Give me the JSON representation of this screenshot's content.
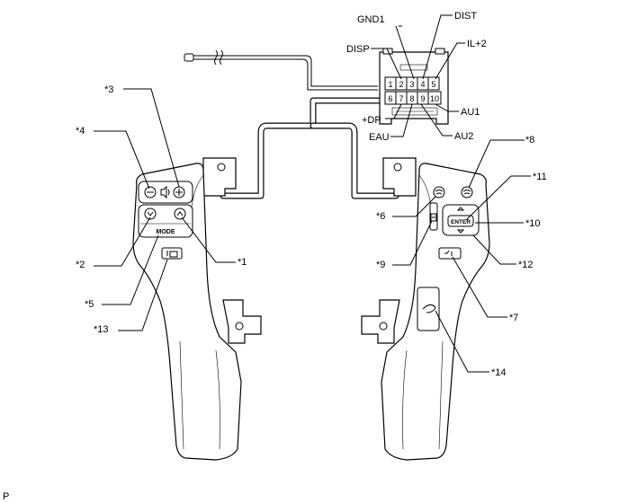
{
  "connector": {
    "pins": [
      "1",
      "2",
      "3",
      "4",
      "5",
      "6",
      "7",
      "8",
      "9",
      "10"
    ],
    "labels": {
      "gnd1": "GND1",
      "dist": "DIST",
      "disp": "DISP",
      "il2": "IL+2",
      "dp": "+DP",
      "au1": "AU1",
      "eau": "EAU",
      "au2": "AU2"
    }
  },
  "callouts": {
    "c1": "*1",
    "c2": "*2",
    "c3": "*3",
    "c4": "*4",
    "c5": "*5",
    "c6": "*6",
    "c7": "*7",
    "c8": "*8",
    "c9": "*9",
    "c10": "*10",
    "c11": "*11",
    "c12": "*12",
    "c13": "*13",
    "c14": "*14"
  },
  "buttons": {
    "mode": "MODE",
    "enter": "ENTER"
  },
  "footer": {
    "code": "P"
  }
}
